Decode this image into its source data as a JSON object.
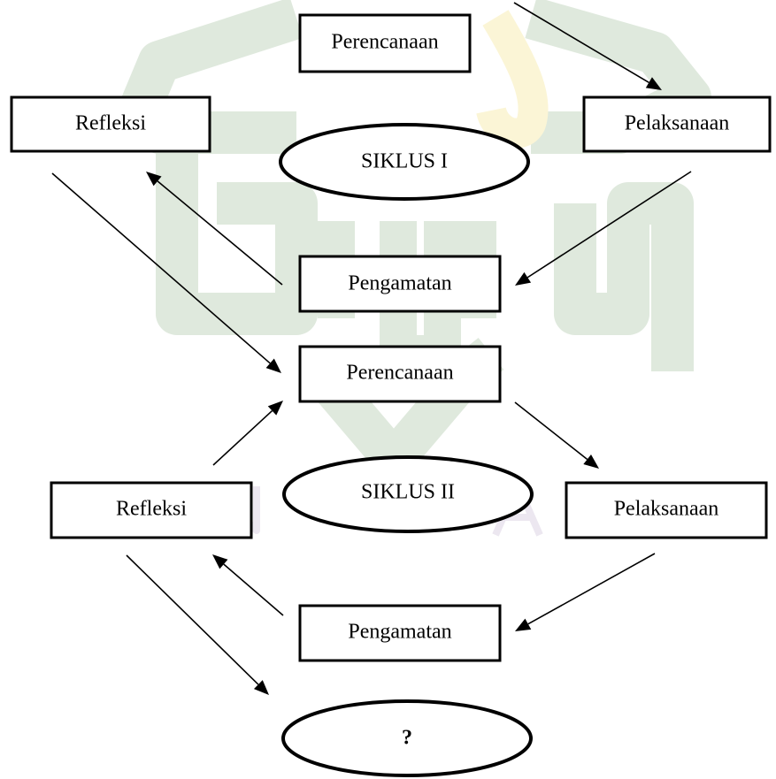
{
  "colors": {
    "watermark_green": "#dfe9dd",
    "watermark_gold": "#fbf5d6",
    "watermark_purple": "#ece7f0",
    "stroke": "#000000",
    "fill": "#ffffff"
  },
  "cycle1": {
    "planning": "Perencanaan",
    "action": "Pelaksanaan",
    "observation": "Pengamatan",
    "reflection": "Refleksi",
    "title": "SIKLUS I"
  },
  "cycle2": {
    "planning": "Perencanaan",
    "action": "Pelaksanaan",
    "observation": "Pengamatan",
    "reflection": "Refleksi",
    "title": "SIKLUS II"
  },
  "end_label": "?"
}
